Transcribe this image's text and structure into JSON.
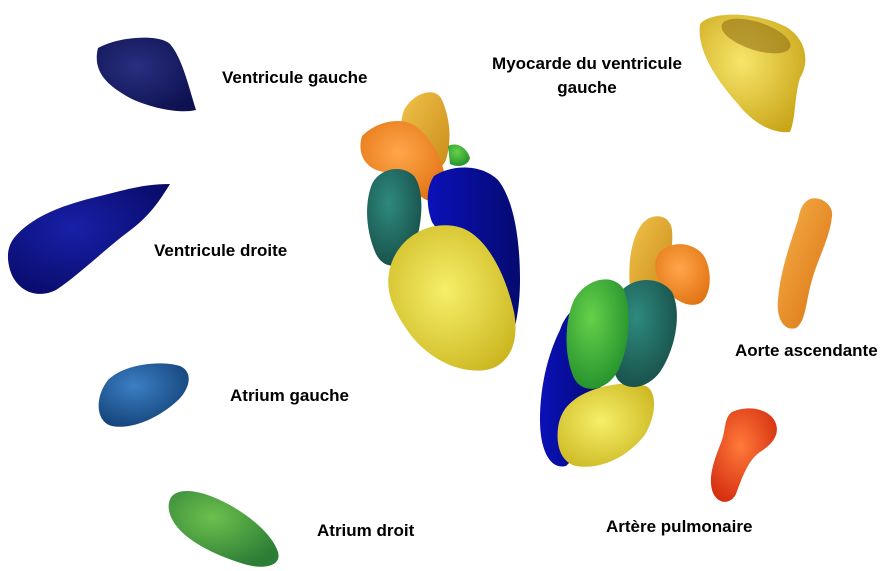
{
  "labels": {
    "ventricule_gauche": "Ventricule gauche",
    "ventricule_droite": "Ventricule droite",
    "atrium_gauche": "Atrium gauche",
    "atrium_droit": "Atrium droit",
    "myocarde_line1": "Myocarde du ventricule",
    "myocarde_line2": "gauche",
    "aorte_ascendante": "Aorte ascendante",
    "artere_pulmonaire": "Artère pulmonaire"
  },
  "colors": {
    "ventricule_gauche": "#141a5c",
    "ventricule_droite": "#0b0f82",
    "atrium_gauche": "#1d5a9a",
    "atrium_droit": "#3f9a3a",
    "myocarde": "#e7c62a",
    "aorte": "#ee8a1f",
    "artere": "#e8411a",
    "heart_blue": "#0a12a0",
    "heart_yellow": "#e9de2a",
    "heart_teal": "#1f6b62",
    "heart_green": "#33b23a",
    "heart_orange": "#f08a22"
  }
}
